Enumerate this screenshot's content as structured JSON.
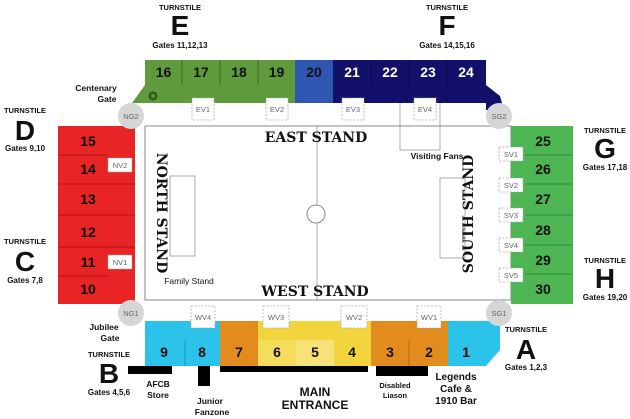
{
  "stands": {
    "east": "EAST STAND",
    "west": "WEST STAND",
    "north": "NORTH STAND",
    "south": "SOUTH STAND"
  },
  "turnstiles": {
    "word": "TURNSTILE",
    "E": {
      "letter": "E",
      "gates": "Gates 11,12,13"
    },
    "F": {
      "letter": "F",
      "gates": "Gates 14,15,16"
    },
    "D": {
      "letter": "D",
      "gates": "Gates 9,10"
    },
    "C": {
      "letter": "C",
      "gates": "Gates 7,8"
    },
    "G": {
      "letter": "G",
      "gates": "Gates 17,18"
    },
    "H": {
      "letter": "H",
      "gates": "Gates 19,20"
    },
    "A": {
      "letter": "A",
      "gates": "Gates 1,2,3"
    },
    "B": {
      "letter": "B",
      "gates": "Gates 4,5,6"
    }
  },
  "blocks": {
    "east": [
      "16",
      "17",
      "18",
      "19",
      "20",
      "21",
      "22",
      "23",
      "24"
    ],
    "north": [
      "15",
      "14",
      "13",
      "12",
      "11",
      "10"
    ],
    "south": [
      "25",
      "26",
      "27",
      "28",
      "29",
      "30"
    ],
    "west": [
      "9",
      "8",
      "7",
      "6",
      "5",
      "4",
      "3",
      "2",
      "1"
    ]
  },
  "colors": {
    "east_green": "#5f9a3c",
    "east_blue": "#2f56b0",
    "east_navy": "#12106a",
    "north_red": "#e82424",
    "south_green": "#4eb553",
    "west_cyan": "#2cc3ea",
    "west_orange": "#e38c1e",
    "west_yellow": "#f2d43c"
  },
  "corner_gates": {
    "ng2": "NG2",
    "sg2": "SG2",
    "ng1": "NG1",
    "sg1": "SG1"
  },
  "vomitories": {
    "east": [
      "EV1",
      "EV2",
      "EV3",
      "EV4"
    ],
    "north": [
      "NV2",
      "NV1"
    ],
    "south": [
      "SV1",
      "SV2",
      "SV3",
      "SV4",
      "SV5"
    ],
    "west": [
      "WV4",
      "WV3",
      "WV2",
      "WV1"
    ]
  },
  "labels": {
    "centenary_gate_line1": "Centenary",
    "centenary_gate_line2": "Gate",
    "jubilee_gate_line1": "Jubilee",
    "jubilee_gate_line2": "Gate",
    "visiting_fans": "Visiting Fans",
    "family_stand": "Family Stand",
    "afcb_store_line1": "AFCB",
    "afcb_store_line2": "Store",
    "junior_fanzone_line1": "Junior",
    "junior_fanzone_line2": "Fanzone",
    "main_entrance_line1": "MAIN",
    "main_entrance_line2": "ENTRANCE",
    "disabled_liason_line1": "Disabled",
    "disabled_liason_line2": "Liason",
    "legends_line1": "Legends",
    "legends_line2": "Cafe &",
    "legends_line3": "1910 Bar"
  }
}
